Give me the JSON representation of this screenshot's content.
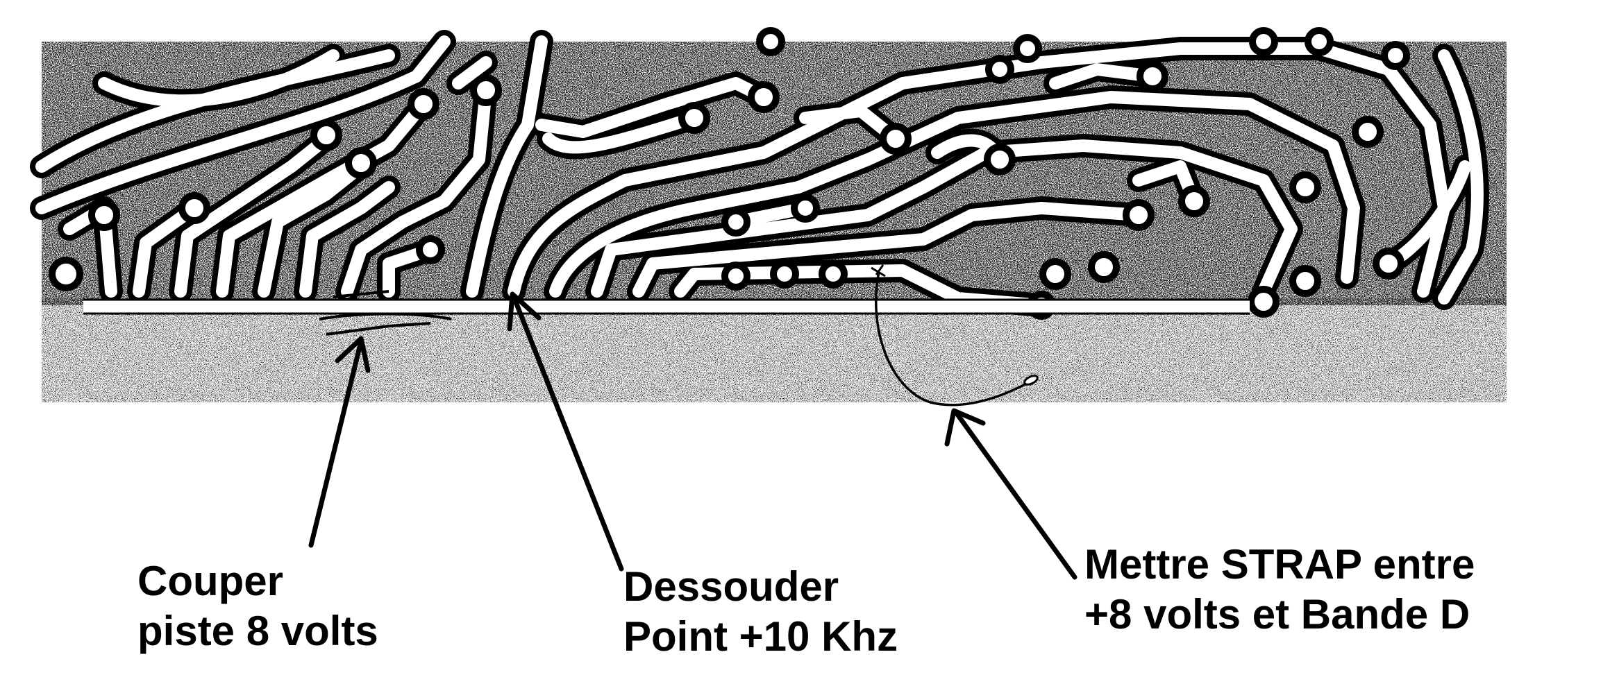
{
  "annotations": [
    {
      "id": "cut",
      "line1": "Couper",
      "line2": "piste 8 volts"
    },
    {
      "id": "desolder",
      "line1": "Dessouder",
      "line2": "Point +10 Khz"
    },
    {
      "id": "strap",
      "line1": "Mettre STRAP entre",
      "line2": "+8 volts et Bande D"
    }
  ],
  "colors": {
    "ink": "#000000",
    "paper": "#ffffff",
    "copper_noise": "#1a1a1a"
  }
}
